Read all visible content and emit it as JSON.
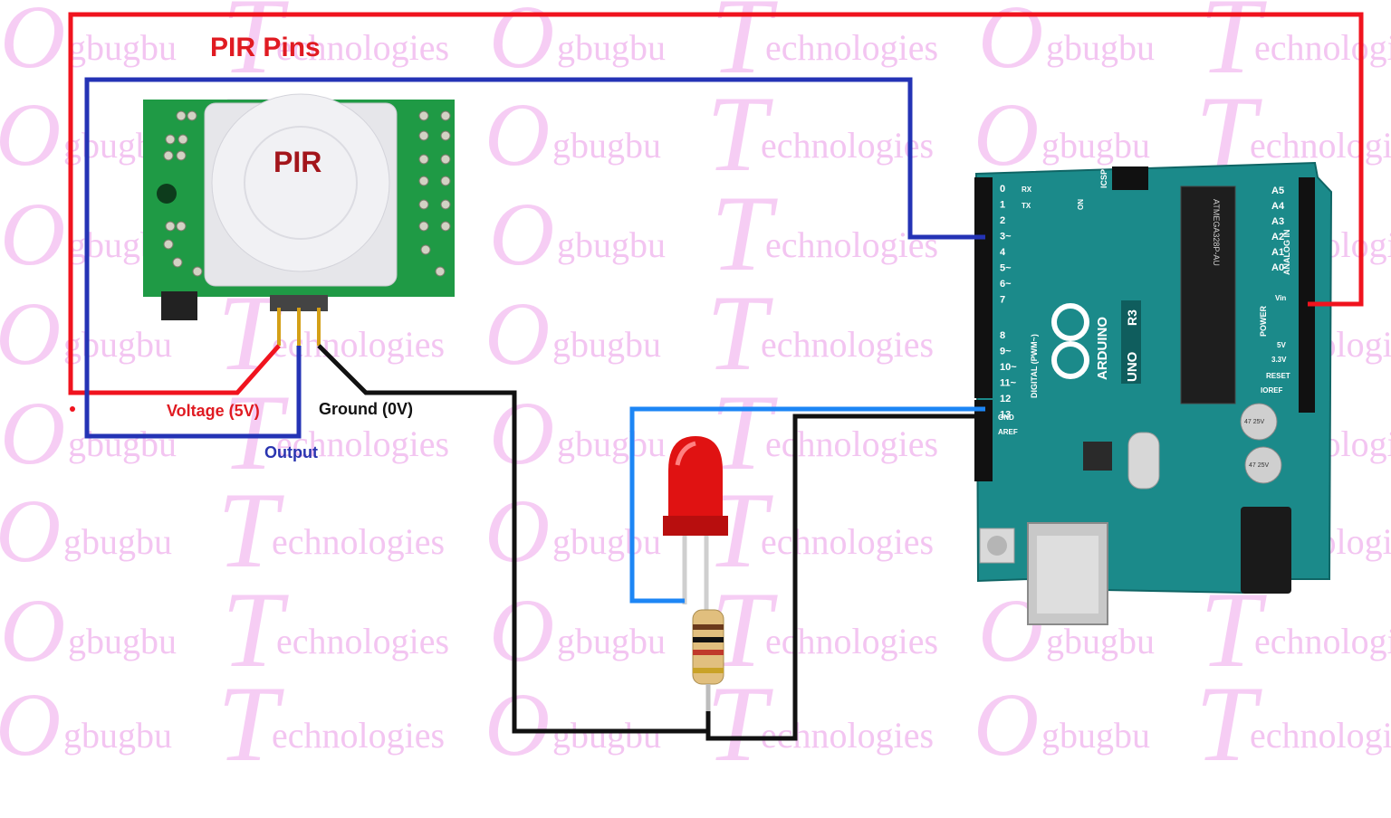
{
  "watermark": {
    "brand_o": "O",
    "brand_o_text": "gbugbu",
    "brand_t": "T",
    "brand_t_text": "echnologies"
  },
  "labels": {
    "title": "PIR Pins",
    "sensor": "PIR",
    "voltage": "Voltage (5V)",
    "ground": "Ground (0V)",
    "output": "Output"
  },
  "colors": {
    "voltage_wire": "#f0131e",
    "output_wire": "#2433b5",
    "ground_wire": "#111111",
    "led_wire": "#1d86f5",
    "title_text": "#e01b22",
    "sensor_text": "#a3151b",
    "voltage_text": "#e01b22",
    "output_text": "#2a35b0",
    "board_teal": "#1b8a8a",
    "pcb_green": "#1f9a45"
  },
  "arduino": {
    "brand": "ARDUINO",
    "model": "UNO",
    "rev": "R3",
    "digital_label": "DIGITAL (PWM~)",
    "analog_label": "ANALOG IN",
    "power_label": "POWER",
    "icsp": "ICSP",
    "aref": "AREF",
    "gnd": "GND",
    "on": "ON",
    "reset": "RESET",
    "ioref": "IOREF",
    "v33": "3.3V",
    "v5": "5V",
    "vin": "Vin",
    "tx": "TX",
    "rx": "RX",
    "digital_pins": [
      "0",
      "1",
      "2",
      "3~",
      "4",
      "5~",
      "6~",
      "7",
      "8",
      "9~",
      "10~",
      "11~",
      "12",
      "13"
    ],
    "analog_pins": [
      "A5",
      "A4",
      "A3",
      "A2",
      "A1",
      "A0"
    ],
    "chip": "ATMEGA328P-AU",
    "cap_text": "47 25V"
  }
}
